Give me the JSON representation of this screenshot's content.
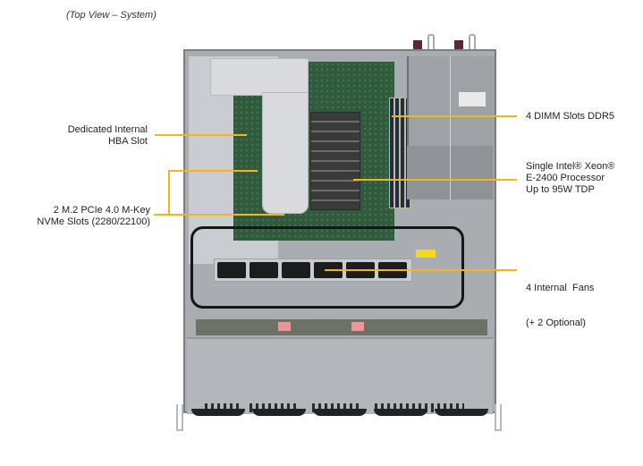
{
  "caption": "(Top View – System)",
  "labels": {
    "hba": [
      "Dedicated Internal",
      "HBA Slot"
    ],
    "m2": [
      "2 M.2 PCIe 4.0 M-Key",
      "NVMe Slots (2280/22100)"
    ],
    "dimm": [
      "4 DIMM Slots DDR5"
    ],
    "cpu": [
      "Single Intel® Xeon®",
      "E-2400 Processor",
      "Up to 95W TDP"
    ],
    "fans": [
      "4 Internal  Fans",
      "(+ 2 Optional)"
    ]
  },
  "colors": {
    "leader_line": "#f2b51a",
    "chassis": "#a9adb1",
    "motherboard": "#2f5a3c"
  }
}
